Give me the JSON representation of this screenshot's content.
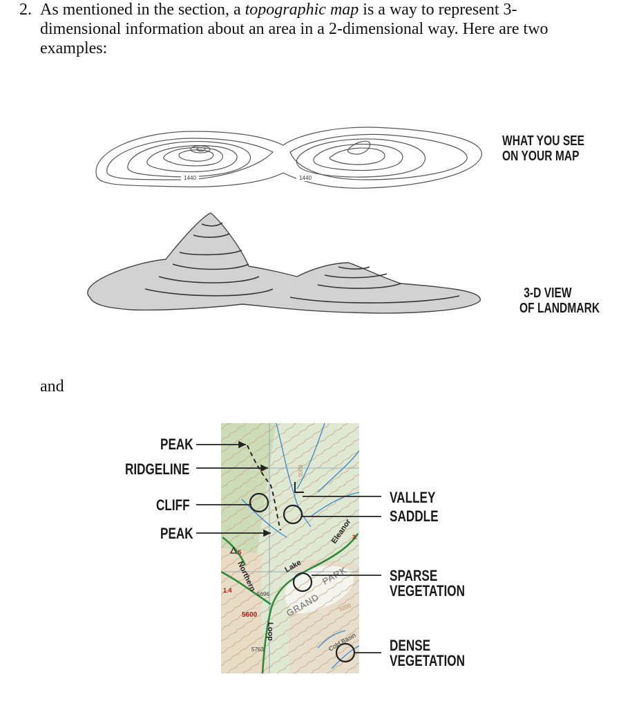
{
  "question": {
    "number": "2.",
    "text_before": "As mentioned in the section, a ",
    "term": "topographic map",
    "text_after": " is a way to represent 3-dimensional information about an area in a 2-dimensional way. Here are two examples:"
  },
  "figure1": {
    "label_map": [
      "WHAT YOU SEE",
      "ON YOUR MAP"
    ],
    "label_3d": [
      "3-D VIEW",
      "OF LANDMARK"
    ],
    "contour_label_left": "1440",
    "contour_label_right": "1440"
  },
  "connector": "and",
  "figure2": {
    "left_labels": [
      "PEAK",
      "RIDGELINE",
      "CLIFF",
      "PEAK"
    ],
    "right_labels": {
      "valley": "VALLEY",
      "saddle": "SADDLE",
      "sparse": [
        "SPARSE",
        "VEGETATION"
      ],
      "dense": [
        "DENSE",
        "VEGETATION"
      ]
    },
    "map_text": {
      "lake": "Lake",
      "eleanor": "Eleanor",
      "northern": "Northern",
      "loop": "Loop",
      "grand": "GRAND",
      "park": "PARK",
      "cold_basin": "Cold Basin",
      "elev_5600": "5600",
      "elev_5696": "5696",
      "elev_5763": "5763",
      "elev_5200": "5200",
      "elev_6000": "6000",
      "mile_14": "1.4",
      "mile_3": "3.",
      "mile_5": ".5"
    }
  }
}
